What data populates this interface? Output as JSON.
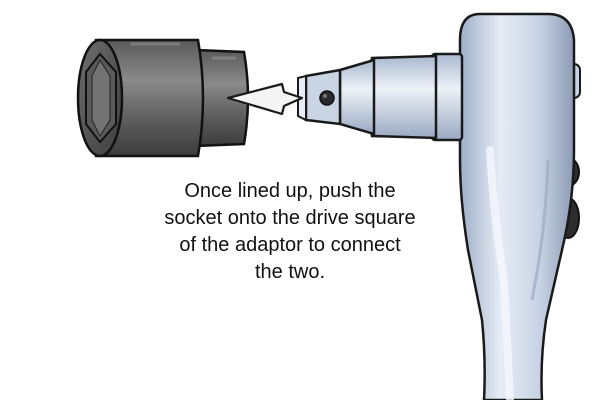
{
  "caption": {
    "lines": [
      "Once lined up, push the",
      "socket onto the drive square",
      "of the adaptor to connect",
      "the two."
    ]
  },
  "colors": {
    "socket_dark": "#4a4a4a",
    "socket_mid": "#6b6b6b",
    "socket_light": "#8a8a8a",
    "wrench_light": "#e3e9f3",
    "wrench_mid": "#b9c6da",
    "wrench_shadow": "#8d9cb4",
    "outline": "#1a1a1a",
    "arrow_fill": "#f4f4f4"
  },
  "icons": {
    "socket": "impact-socket-icon",
    "adaptor": "drive-adaptor-icon",
    "ratchet": "ratchet-handle-icon",
    "arrow": "direction-arrow-icon"
  }
}
